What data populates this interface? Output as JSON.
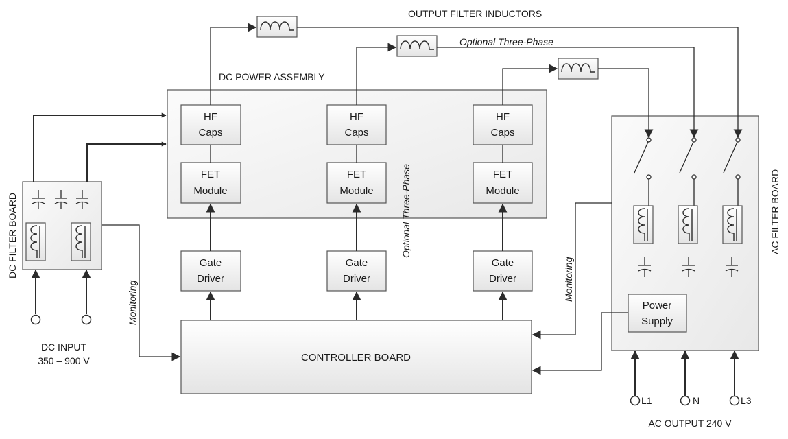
{
  "labels": {
    "output_filter_inductors": "OUTPUT FILTER INDUCTORS",
    "optional_three_phase_top": "Optional Three-Phase",
    "dc_power_assembly": "DC POWER ASSEMBLY",
    "optional_three_phase_vertical": "Optional Three-Phase",
    "dc_filter_board": "DC FILTER BOARD",
    "ac_filter_board": "AC FILTER BOARD",
    "dc_input_line1": "DC INPUT",
    "dc_input_line2": "350 – 900 V",
    "ac_output": "AC OUTPUT 240 V",
    "monitoring_left": "Monitoring",
    "monitoring_right": "Monitoring",
    "controller_board": "CONTROLLER BOARD"
  },
  "blocks": {
    "hf_caps": {
      "line1": "HF",
      "line2": "Caps"
    },
    "fet_module": {
      "line1": "FET",
      "line2": "Module"
    },
    "gate_driver": {
      "line1": "Gate",
      "line2": "Driver"
    },
    "power_supply": {
      "line1": "Power",
      "line2": "Supply"
    }
  },
  "terminals": {
    "l1": "L1",
    "n": "N",
    "l3": "L3"
  }
}
